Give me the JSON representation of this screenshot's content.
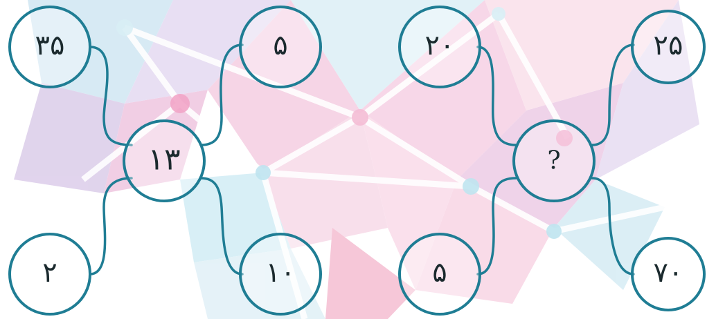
{
  "puzzles": [
    {
      "center": "١٣",
      "top_left": "٣۵",
      "top_right": "۵",
      "bottom_left": "٢",
      "bottom_right": "١٠"
    },
    {
      "center": "?",
      "top_left": "٢٠",
      "top_right": "٢۵",
      "bottom_left": "۵",
      "bottom_right": "٧٠"
    }
  ],
  "colors": {
    "line": "#1f7d94",
    "background_pink": "#f2a6c8",
    "background_blue": "#a9dbe8",
    "background_purple": "#c7a8dc"
  }
}
